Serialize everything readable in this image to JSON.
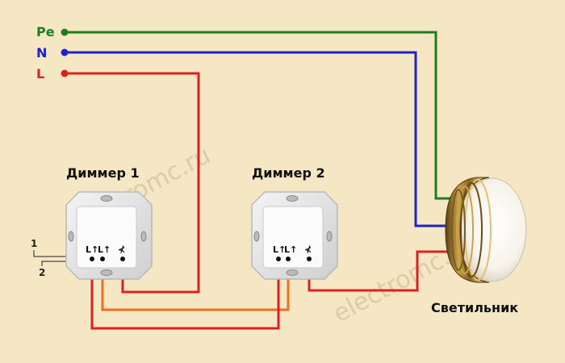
{
  "lines": {
    "pe": {
      "label": "Pe",
      "color": "#1e7d1e"
    },
    "n": {
      "label": "N",
      "color": "#2020c8"
    },
    "l": {
      "label": "L",
      "color": "#dd2020"
    }
  },
  "dimmer1": {
    "title": "Диммер 1",
    "terminal1": "L↑",
    "terminal2": "L↑",
    "output_symbol": "⊀"
  },
  "dimmer2": {
    "title": "Диммер 2",
    "terminal1": "L↑",
    "terminal2": "L↑",
    "output_symbol": "⊀"
  },
  "callouts": {
    "one": "1",
    "two": "2"
  },
  "lamp": {
    "label": "Светильник"
  },
  "watermark": "electromc.ru",
  "wire_colors": {
    "traveler_orange": "#e87020",
    "traveler_red": "#dd2020"
  }
}
